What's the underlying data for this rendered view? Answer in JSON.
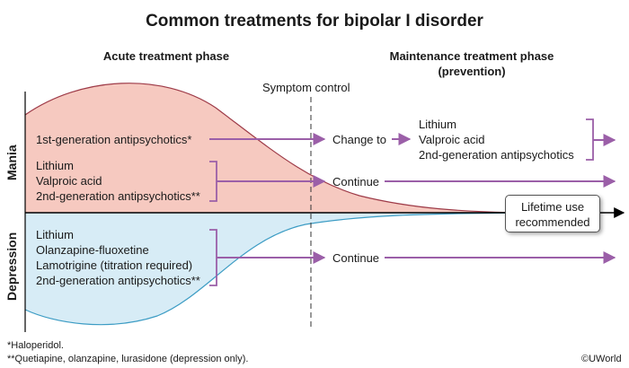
{
  "title": "Common treatments for bipolar I disorder",
  "phases": {
    "acute": "Acute treatment phase",
    "maintenance_line1": "Maintenance treatment phase",
    "maintenance_line2": "(prevention)"
  },
  "symptom_control": "Symptom control",
  "axis_labels": {
    "mania": "Mania",
    "depression": "Depression"
  },
  "mania": {
    "first_gen": {
      "label": "1st-generation antipsychotics*",
      "action": "Change to"
    },
    "acute_group": [
      "Lithium",
      "Valproic acid",
      "2nd-generation antipsychotics**"
    ],
    "acute_action": "Continue",
    "maintenance_group": [
      "Lithium",
      "Valproic acid",
      "2nd-generation antipsychotics"
    ]
  },
  "depression": {
    "acute_group": [
      "Lithium",
      "Olanzapine-fluoxetine",
      "Lamotrigine (titration required)",
      "2nd-generation antipsychotics**"
    ],
    "acute_action": "Continue"
  },
  "callout": {
    "line1": "Lifetime use",
    "line2": "recommended"
  },
  "footnotes": {
    "note1": "*Haloperidol.",
    "note2": "**Quetiapine, olanzapine, lurasidone (depression only)."
  },
  "copyright": "©UWorld",
  "colors": {
    "mania_fill": "#f6c9c0",
    "mania_line": "#9e3b48",
    "depression_fill": "#d7ecf6",
    "depression_line": "#3c9cc4",
    "arrow": "#9b5fa8",
    "bracket": "#9b5fa8"
  }
}
